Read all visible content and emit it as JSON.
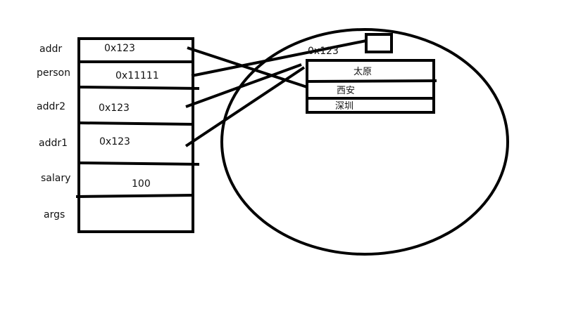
{
  "stack": {
    "labels": {
      "addr": "addr",
      "person": "person",
      "addr2": "addr2",
      "addr1": "addr1",
      "salary": "salary",
      "args": "args"
    },
    "values": {
      "addr": "0x123",
      "person": "0x11111",
      "addr2": "0x123",
      "addr1": "0x123",
      "salary": "100"
    }
  },
  "heap": {
    "array_address": "0x123",
    "cells": [
      "太原",
      "西安",
      "深圳"
    ]
  },
  "colors": {
    "stroke": "#000000",
    "text": "#111111",
    "background": "#ffffff"
  }
}
